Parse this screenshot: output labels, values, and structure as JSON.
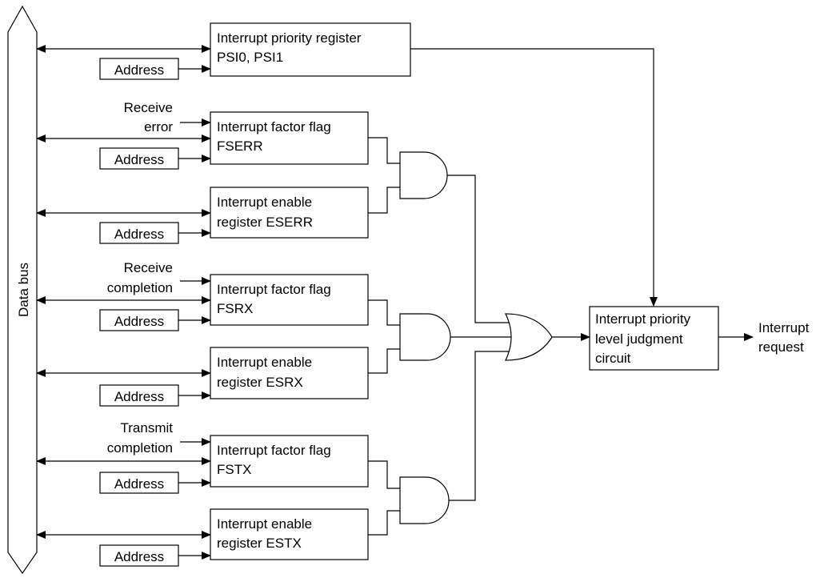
{
  "data_bus": {
    "label": "Data bus"
  },
  "address_label": "Address",
  "priority_register": {
    "line1": "Interrupt priority register",
    "line2": "PSI0, PSI1"
  },
  "groups": [
    {
      "source": {
        "line1": "Receive",
        "line2": "error"
      },
      "factor_flag": {
        "line1": "Interrupt factor flag",
        "line2": "FSERR"
      },
      "enable_register": {
        "line1": "Interrupt enable",
        "line2": "register   ESERR"
      }
    },
    {
      "source": {
        "line1": "Receive",
        "line2": "completion"
      },
      "factor_flag": {
        "line1": "Interrupt factor flag",
        "line2": "FSRX"
      },
      "enable_register": {
        "line1": "Interrupt enable",
        "line2": "register   ESRX"
      }
    },
    {
      "source": {
        "line1": "Transmit",
        "line2": "completion"
      },
      "factor_flag": {
        "line1": "Interrupt factor flag",
        "line2": "FSTX"
      },
      "enable_register": {
        "line1": "Interrupt enable",
        "line2": "register   ESTX"
      }
    }
  ],
  "judgment_circuit": {
    "line1": "Interrupt priority",
    "line2": "level judgment",
    "line3": "circuit"
  },
  "output": {
    "line1": "Interrupt",
    "line2": "request"
  }
}
